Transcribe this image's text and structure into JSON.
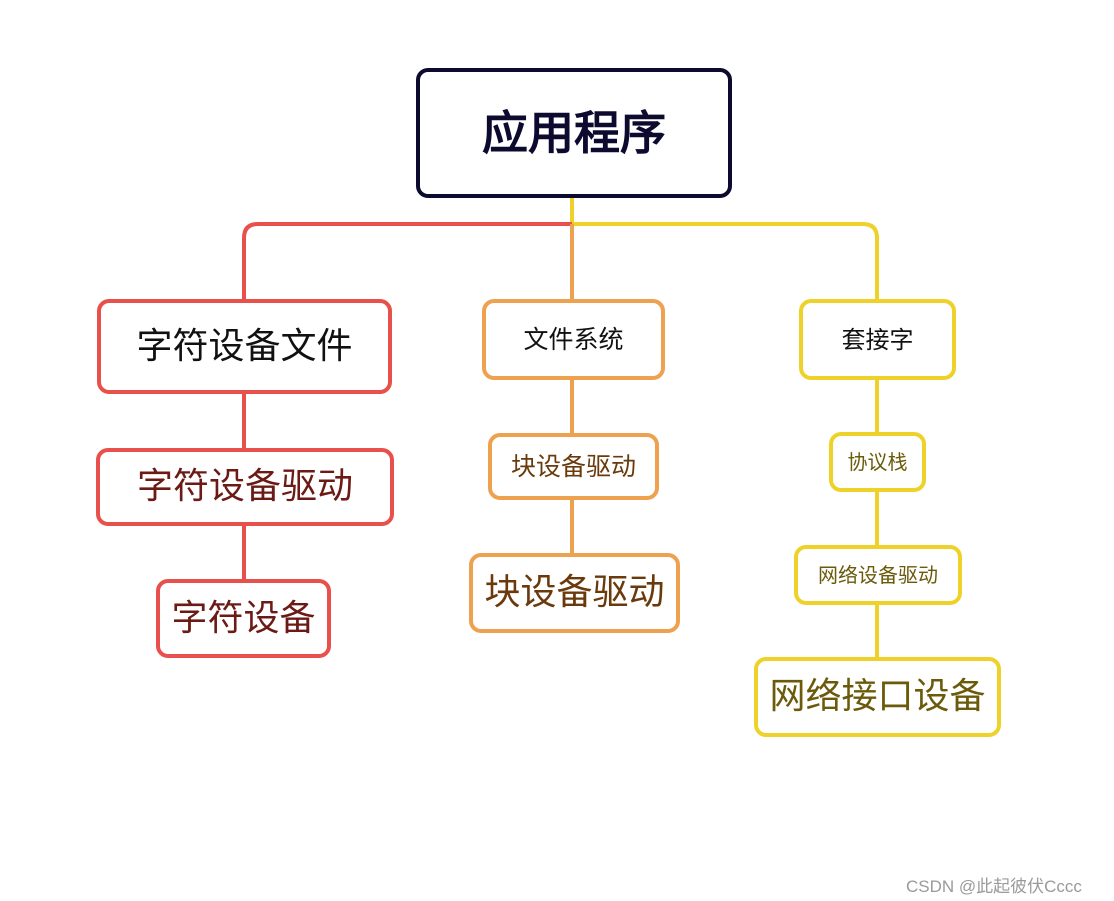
{
  "colors": {
    "root": "#0c0a2e",
    "left_branch": "#e8504b",
    "middle_branch": "#eea14e",
    "right_branch": "#eed22a"
  },
  "root": {
    "label": "应用程序"
  },
  "branches": {
    "left": {
      "top": "字符设备文件",
      "middle": "字符设备驱动",
      "bottom": "字符设备"
    },
    "middle": {
      "top": "文件系统",
      "middle": "块设备驱动",
      "bottom": "块设备驱动"
    },
    "right": {
      "top": "套接字",
      "second": "协议栈",
      "third": "网络设备驱动",
      "bottom": "网络接口设备"
    }
  },
  "watermark": "CSDN @此起彼伏Cccc"
}
